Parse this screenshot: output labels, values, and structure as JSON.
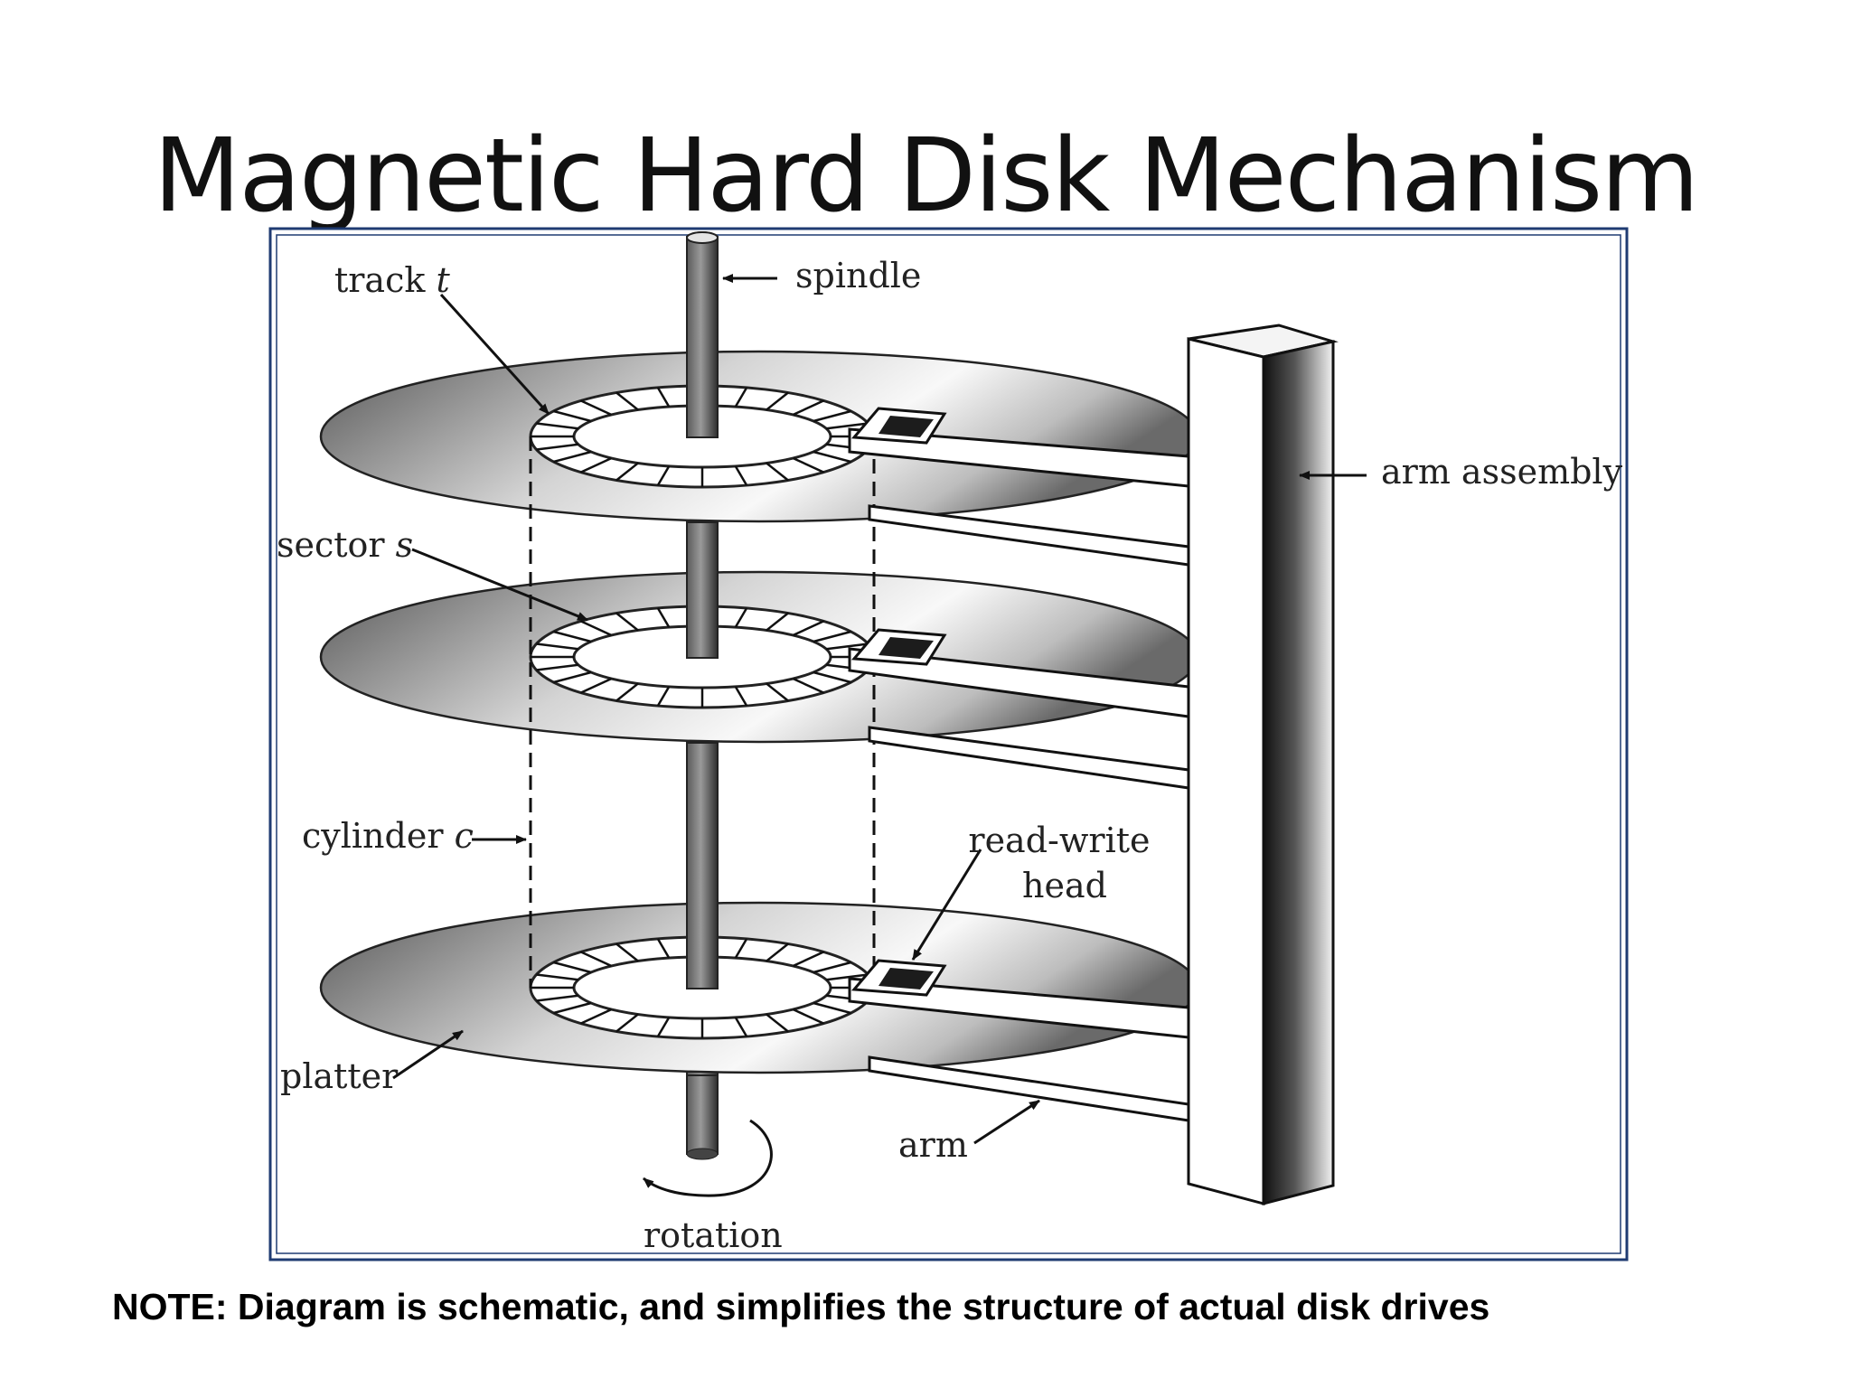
{
  "slide": {
    "title": "Magnetic Hard Disk Mechanism",
    "note": "NOTE: Diagram is schematic, and simplifies the structure of actual disk drives"
  },
  "diagram": {
    "labels": {
      "track_prefix": "track ",
      "track_var": "t",
      "spindle": "spindle",
      "arm_assembly": "arm assembly",
      "sector_prefix": "sector ",
      "sector_var": "s",
      "cylinder_prefix": "cylinder ",
      "cylinder_var": "c",
      "read_write_line1": "read-write",
      "read_write_line2": "head",
      "platter": "platter",
      "arm": "arm",
      "rotation": "rotation"
    },
    "colors": {
      "frame": "#1f3b72",
      "platter_dark": "#4a4a4a",
      "platter_light": "#f7f7f7",
      "ink": "#111111"
    }
  }
}
